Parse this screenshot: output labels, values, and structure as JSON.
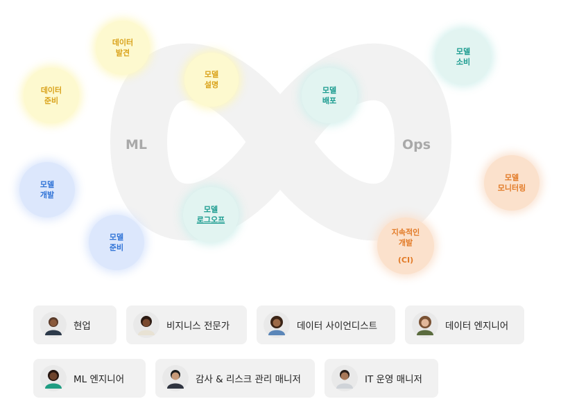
{
  "diagram": {
    "ml_label": "ML",
    "ops_label": "Ops",
    "nodes": {
      "data_discovery": [
        "데이터",
        "발견"
      ],
      "data_prep": [
        "데이터",
        "준비"
      ],
      "model_explain": [
        "모델",
        "설명"
      ],
      "model_dev": [
        "모델",
        "개발"
      ],
      "model_prep": [
        "모델",
        "준비"
      ],
      "model_logging": [
        "모델",
        "로그오프"
      ],
      "model_deploy": [
        "모델",
        "배포"
      ],
      "model_consume": [
        "모델",
        "소비"
      ],
      "model_monitoring": [
        "모델",
        "모니터링"
      ],
      "continuous_dev": [
        "지속적인",
        "개발",
        "(CI)"
      ]
    },
    "colors": {
      "loop": "#f2f2f2",
      "yellow": "#d9a21a",
      "blue": "#2e72d6",
      "teal": "#1a9b8f",
      "orange": "#e27a26"
    }
  },
  "personas": [
    {
      "label": "현업"
    },
    {
      "label": "비지니스 전문가"
    },
    {
      "label": "데이터 사이언디스트"
    },
    {
      "label": "데이터 엔지니어"
    },
    {
      "label": "ML 엔지니어"
    },
    {
      "label": "감사 & 리스크 관리 매니저"
    },
    {
      "label": "IT 운영 매니저"
    }
  ]
}
